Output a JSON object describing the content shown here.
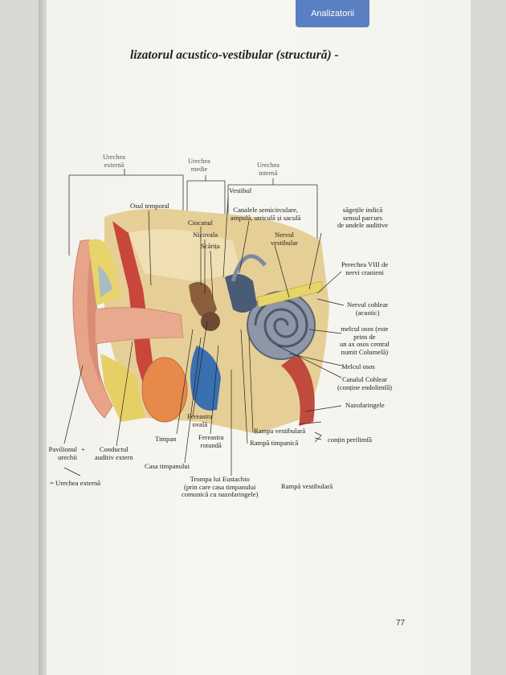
{
  "header": {
    "tab_label": "Analizatorii"
  },
  "title": "lizatorul acustico-vestibular (structură) -",
  "sections": {
    "outer": "Urechea\nexternă",
    "middle": "Urechea\nmedie",
    "inner": "Urechea\ninternă"
  },
  "labels": {
    "vestibul": "Vestibul",
    "osul_temporal": "Osul temporal",
    "canalele": "Canalele semicirculare,\nampulă, utriculă și saculă",
    "sagetile": "săgețile indică\nsensul parcurs\nde undele auditive",
    "ciocanul": "Ciocanul",
    "nicovala": "Nicovala",
    "scarita": "Scărița",
    "nervul_vestibular": "Nervul\nvestibular",
    "perechea_viii": "Perechea VIII de\nnervi cranieni",
    "nervul_cohlear": "Nervul cohlear\n(acustic)",
    "melcul_osos_desc": "melcul osos (este\nprins de\nun ax osos central\nnumit Columelă)",
    "melcul_osos": "Melcul osos",
    "canalul_cohlear": "Canalul Cohlear\n(conține endolimfă)",
    "nazofaringele": "Nazofaringele",
    "fereastra_ovala": "Fereastra\novală",
    "rampa_vestibulara": "Rampa vestibulară",
    "timpan": "Timpan",
    "fereastra_rotunda": "Fereastra\nrotundă",
    "rampa_timpanica": "Rampă timpanică",
    "contin_perilimfa": "conțin perilimfă",
    "pavilionul": "Pavilionul\nurechii",
    "plus": "+",
    "conductul": "Conductul\nauditiv extern",
    "casa_timpanului": "Casa timpanului",
    "trompa": "Trompa lui Eustachio\n(prin care casa timpanului\ncomunică cu nazofaringele)",
    "urechea_externa_eq": "= Urechea externă",
    "rampa_vestibulara_2": "Rampă vestibulară"
  },
  "page_number": "77",
  "colors": {
    "tab": "#5a7fc2",
    "skin": "#e7a489",
    "bone": "#e9d29a",
    "muscle": "#c8463c",
    "nerve": "#e8d56a",
    "tube_blue": "#3a6fb0"
  }
}
